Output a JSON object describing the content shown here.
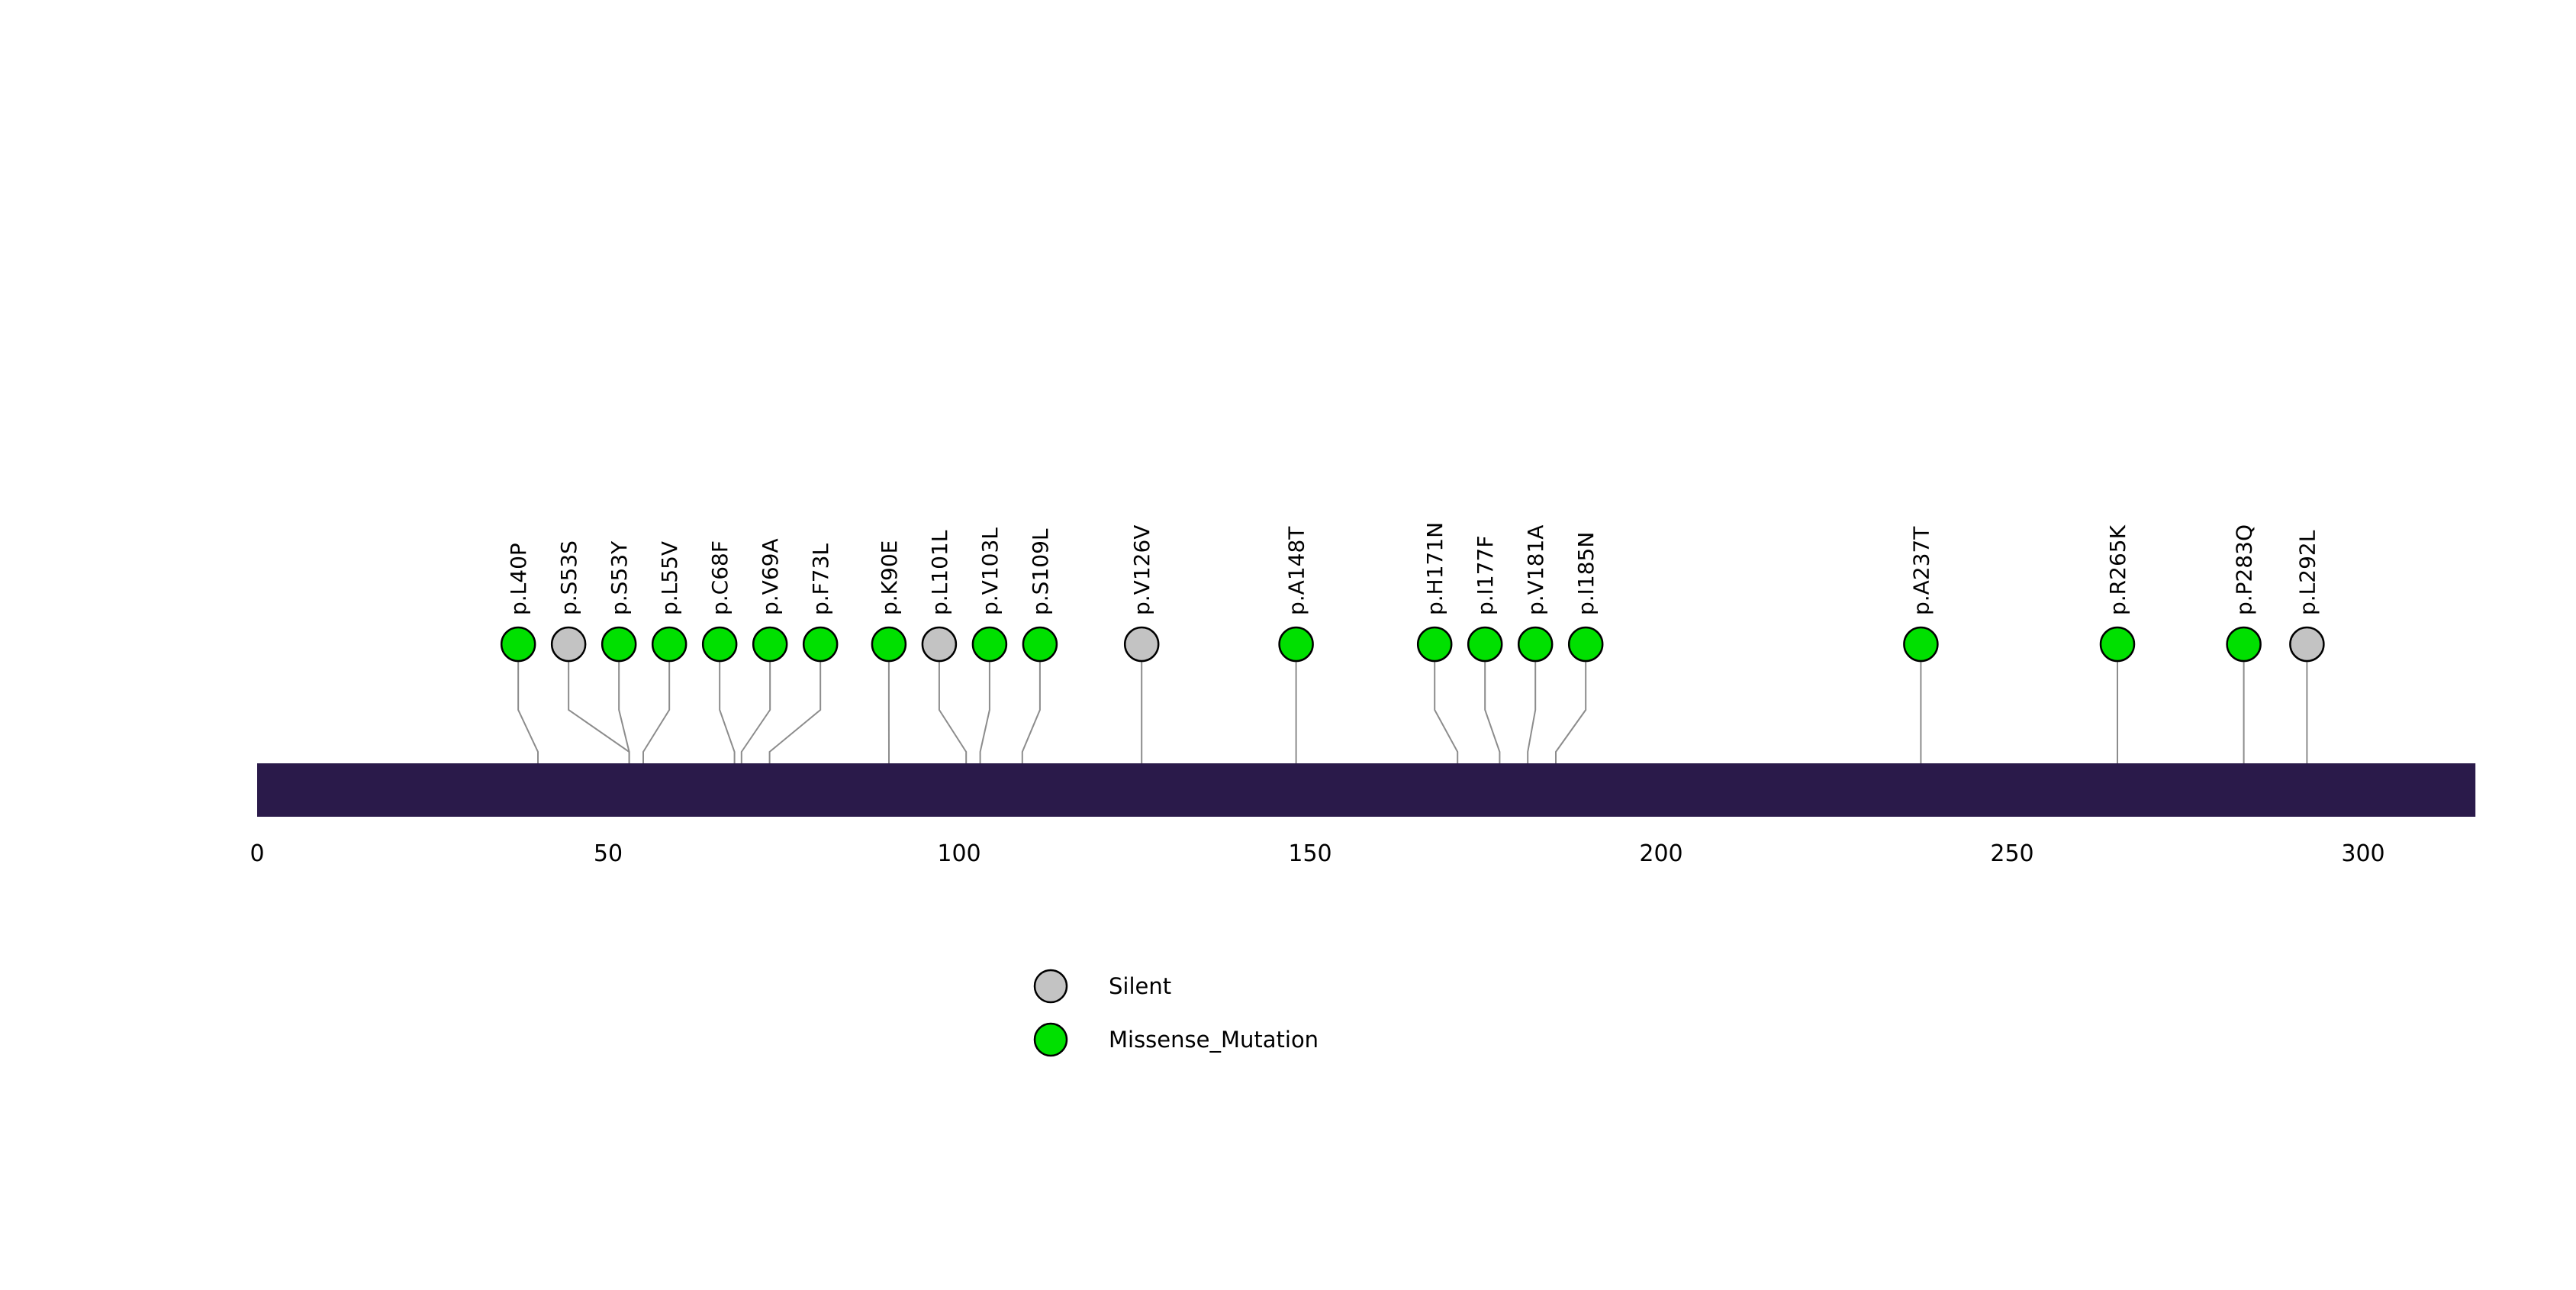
{
  "chart_data": {
    "type": "lollipop",
    "title": "",
    "protein_length": 316,
    "xlim": [
      0,
      316
    ],
    "axis_ticks": [
      0,
      50,
      100,
      150,
      200,
      250,
      300
    ],
    "bar_color": "#2a1a4a",
    "grid": false,
    "legend_position": "bottom-center-left",
    "classes": {
      "Silent": {
        "color": "#c3c3c3"
      },
      "Missense_Mutation": {
        "color": "#00e000"
      }
    },
    "legend": [
      {
        "label": "Silent",
        "color": "#c3c3c3"
      },
      {
        "label": "Missense_Mutation",
        "color": "#00e000"
      }
    ],
    "mutations": [
      {
        "label": "p.L40P",
        "position": 40,
        "class": "Missense_Mutation"
      },
      {
        "label": "p.S53S",
        "position": 53,
        "class": "Silent"
      },
      {
        "label": "p.S53Y",
        "position": 53,
        "class": "Missense_Mutation"
      },
      {
        "label": "p.L55V",
        "position": 55,
        "class": "Missense_Mutation"
      },
      {
        "label": "p.C68F",
        "position": 68,
        "class": "Missense_Mutation"
      },
      {
        "label": "p.V69A",
        "position": 69,
        "class": "Missense_Mutation"
      },
      {
        "label": "p.F73L",
        "position": 73,
        "class": "Missense_Mutation"
      },
      {
        "label": "p.K90E",
        "position": 90,
        "class": "Missense_Mutation"
      },
      {
        "label": "p.L101L",
        "position": 101,
        "class": "Silent"
      },
      {
        "label": "p.V103L",
        "position": 103,
        "class": "Missense_Mutation"
      },
      {
        "label": "p.S109L",
        "position": 109,
        "class": "Missense_Mutation"
      },
      {
        "label": "p.V126V",
        "position": 126,
        "class": "Silent"
      },
      {
        "label": "p.A148T",
        "position": 148,
        "class": "Missense_Mutation"
      },
      {
        "label": "p.H171N",
        "position": 171,
        "class": "Missense_Mutation"
      },
      {
        "label": "p.I177F",
        "position": 177,
        "class": "Missense_Mutation"
      },
      {
        "label": "p.V181A",
        "position": 181,
        "class": "Missense_Mutation"
      },
      {
        "label": "p.I185N",
        "position": 185,
        "class": "Missense_Mutation"
      },
      {
        "label": "p.A237T",
        "position": 237,
        "class": "Missense_Mutation"
      },
      {
        "label": "p.R265K",
        "position": 265,
        "class": "Missense_Mutation"
      },
      {
        "label": "p.P283Q",
        "position": 283,
        "class": "Missense_Mutation"
      },
      {
        "label": "p.L292L",
        "position": 292,
        "class": "Silent"
      }
    ]
  }
}
